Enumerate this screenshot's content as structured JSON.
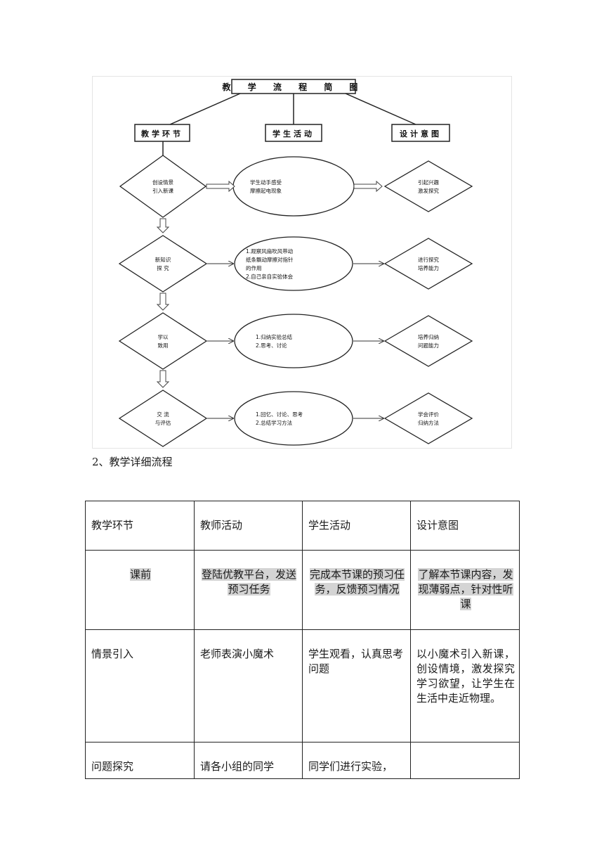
{
  "flowchart": {
    "title": "教 学 流 程 简 图",
    "headers": [
      "教学环节",
      "学生活动",
      "设计意图"
    ],
    "rows": [
      {
        "stage": [
          "创设情景",
          "引入新课"
        ],
        "activity": [
          "学生动手感受",
          "摩擦起电现象"
        ],
        "intent": [
          "引起兴趣",
          "激发探究"
        ]
      },
      {
        "stage": [
          "新知识",
          "探  究"
        ],
        "activity": [
          "1.观察风扇吹风带动",
          "纸条飘动摩擦对指针",
          "的作用",
          "2.自己亲自实验体会"
        ],
        "intent": [
          "进行探究",
          "培养能力"
        ]
      },
      {
        "stage": [
          "学以",
          "致用"
        ],
        "activity": [
          "1.归纳实验总结",
          "2.思考、讨论"
        ],
        "intent": [
          "培养归纳",
          "问题能力"
        ]
      },
      {
        "stage": [
          "交  流",
          "与评估"
        ],
        "activity": [
          "1.回忆、讨论、思考",
          "2.总结学习方法"
        ],
        "intent": [
          "学会评价",
          "归纳方法"
        ]
      }
    ]
  },
  "section_heading": "2、教学详细流程",
  "table": {
    "headers": [
      "教学环节",
      "教师活动",
      "学生活动",
      "设计意图"
    ],
    "rows": [
      [
        "课前",
        "登陆优教平台，发送预习任务",
        "完成本节课的预习任务，反馈预习情况",
        "了解本节课内容，发现薄弱点，针对性听课"
      ],
      [
        "情景引入",
        "老师表演小魔术",
        "学生观看，认真思考问题",
        "以小魔术引入新课，创设情境，激发探究学习欲望，让学生在生活中走近物理。"
      ],
      [
        "问题探究",
        "请各小组的同学",
        "同学们进行实验，",
        ""
      ]
    ]
  }
}
